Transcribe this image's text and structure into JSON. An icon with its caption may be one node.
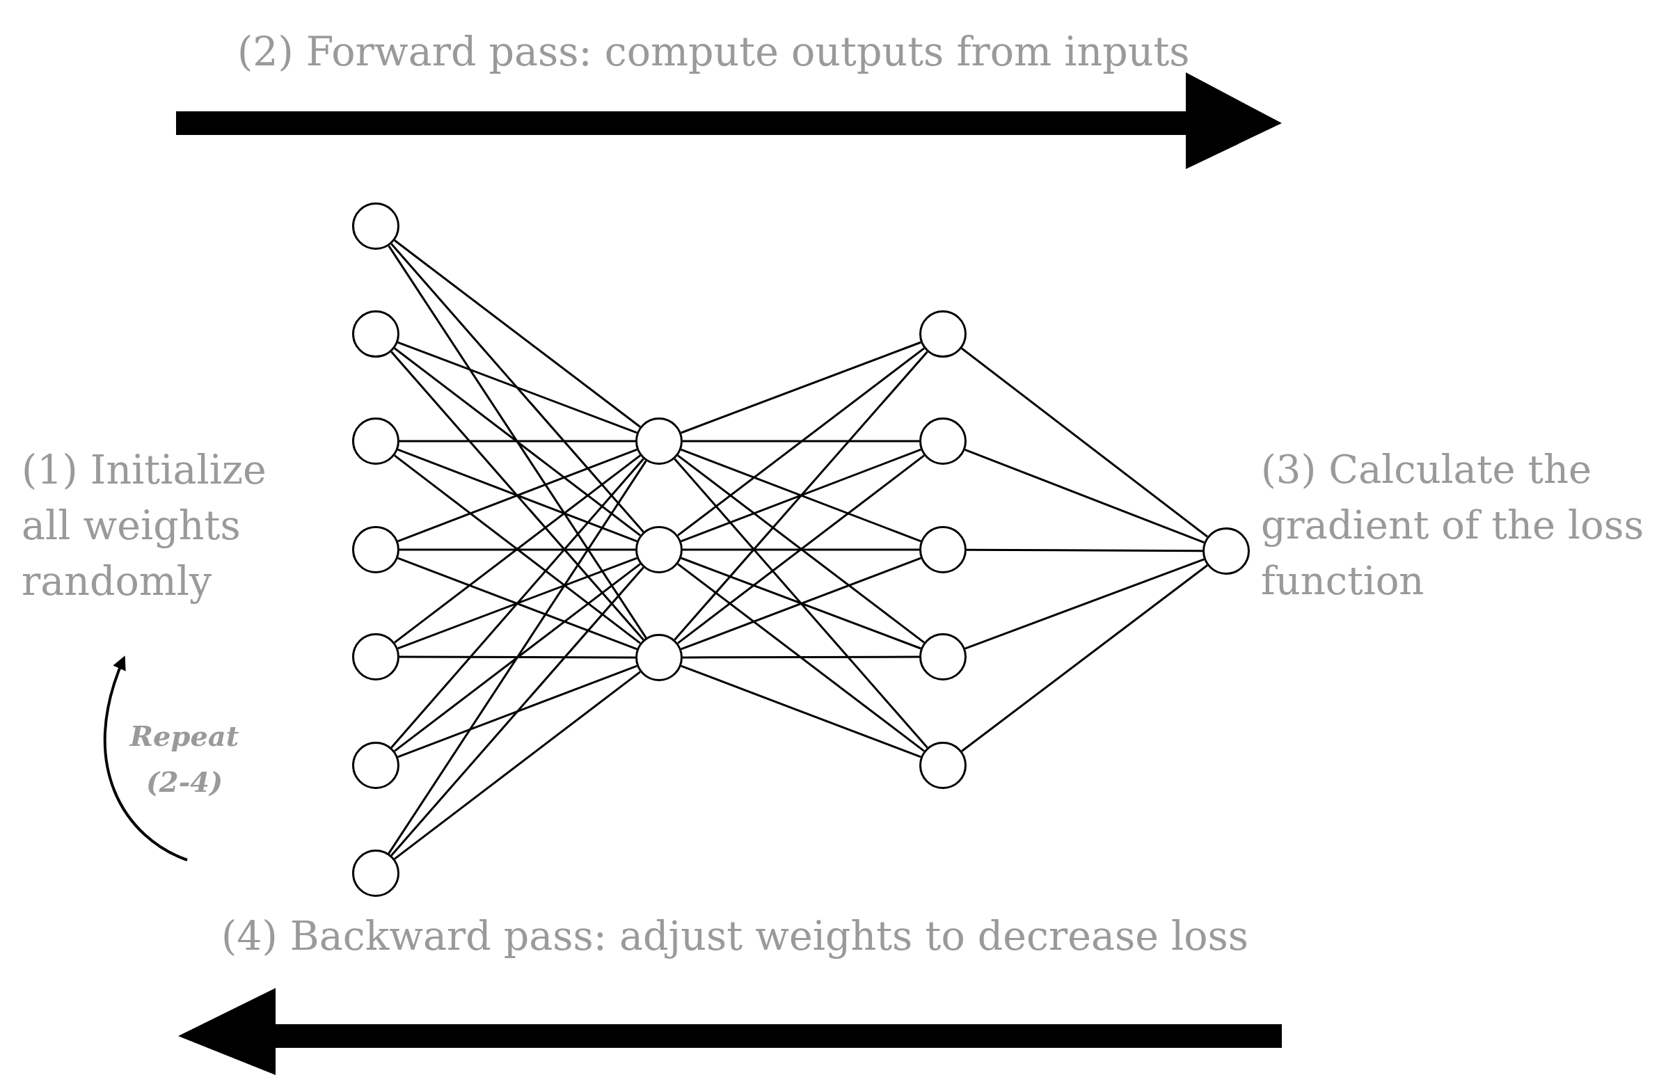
{
  "diagram": {
    "nodes": [
      {
        "text": [],
        "shape": "circle"
      },
      {
        "text": [],
        "shape": "circle"
      },
      {
        "text": [],
        "shape": "circle"
      },
      {
        "text": [],
        "shape": "circle"
      },
      {
        "text": [],
        "shape": "circle"
      },
      {
        "text": [],
        "shape": "circle"
      },
      {
        "text": [],
        "shape": "circle"
      },
      {
        "text": [],
        "shape": "circle"
      },
      {
        "text": [],
        "shape": "circle"
      },
      {
        "text": [],
        "shape": "circle"
      },
      {
        "text": [],
        "shape": "circle"
      },
      {
        "text": [],
        "shape": "circle"
      },
      {
        "text": [],
        "shape": "circle"
      },
      {
        "text": [],
        "shape": "circle"
      },
      {
        "text": [],
        "shape": "circle"
      },
      {
        "text": [],
        "shape": "circle"
      }
    ],
    "edges": [
      {
        "from": 0,
        "to": 7,
        "arrow": "none"
      },
      {
        "from": 0,
        "to": 8,
        "arrow": "none"
      },
      {
        "from": 0,
        "to": 9,
        "arrow": "none"
      },
      {
        "from": 1,
        "to": 7,
        "arrow": "none"
      },
      {
        "from": 1,
        "to": 8,
        "arrow": "none"
      },
      {
        "from": 1,
        "to": 9,
        "arrow": "none"
      },
      {
        "from": 2,
        "to": 7,
        "arrow": "none"
      },
      {
        "from": 2,
        "to": 8,
        "arrow": "none"
      },
      {
        "from": 2,
        "to": 9,
        "arrow": "none"
      },
      {
        "from": 3,
        "to": 7,
        "arrow": "none"
      },
      {
        "from": 3,
        "to": 8,
        "arrow": "none"
      },
      {
        "from": 3,
        "to": 9,
        "arrow": "none"
      },
      {
        "from": 4,
        "to": 7,
        "arrow": "none"
      },
      {
        "from": 4,
        "to": 8,
        "arrow": "none"
      },
      {
        "from": 4,
        "to": 9,
        "arrow": "none"
      },
      {
        "from": 5,
        "to": 7,
        "arrow": "none"
      },
      {
        "from": 5,
        "to": 8,
        "arrow": "none"
      },
      {
        "from": 5,
        "to": 9,
        "arrow": "none"
      },
      {
        "from": 6,
        "to": 7,
        "arrow": "none"
      },
      {
        "from": 6,
        "to": 8,
        "arrow": "none"
      },
      {
        "from": 6,
        "to": 9,
        "arrow": "none"
      },
      {
        "from": 7,
        "to": 10,
        "arrow": "none"
      },
      {
        "from": 7,
        "to": 11,
        "arrow": "none"
      },
      {
        "from": 7,
        "to": 12,
        "arrow": "none"
      },
      {
        "from": 7,
        "to": 13,
        "arrow": "none"
      },
      {
        "from": 7,
        "to": 14,
        "arrow": "none"
      },
      {
        "from": 8,
        "to": 10,
        "arrow": "none"
      },
      {
        "from": 8,
        "to": 11,
        "arrow": "none"
      },
      {
        "from": 8,
        "to": 12,
        "arrow": "none"
      },
      {
        "from": 8,
        "to": 13,
        "arrow": "none"
      },
      {
        "from": 8,
        "to": 14,
        "arrow": "none"
      },
      {
        "from": 9,
        "to": 10,
        "arrow": "none"
      },
      {
        "from": 9,
        "to": 11,
        "arrow": "none"
      },
      {
        "from": 9,
        "to": 12,
        "arrow": "none"
      },
      {
        "from": 9,
        "to": 13,
        "arrow": "none"
      },
      {
        "from": 9,
        "to": 14,
        "arrow": "none"
      },
      {
        "from": 10,
        "to": 15,
        "arrow": "none"
      },
      {
        "from": 11,
        "to": 15,
        "arrow": "none"
      },
      {
        "from": 12,
        "to": 15,
        "arrow": "none"
      },
      {
        "from": 13,
        "to": 15,
        "arrow": "none"
      },
      {
        "from": 14,
        "to": 15,
        "arrow": "none"
      }
    ],
    "labels": [
      "(2) Forward pass: compute outputs from inputs",
      "(1) Initialize all weights randomly",
      "(3) Calculate the gradient of the loss function",
      "Repeat (2-4)",
      "(4) Backward pass: adjust weights to decrease loss"
    ]
  }
}
